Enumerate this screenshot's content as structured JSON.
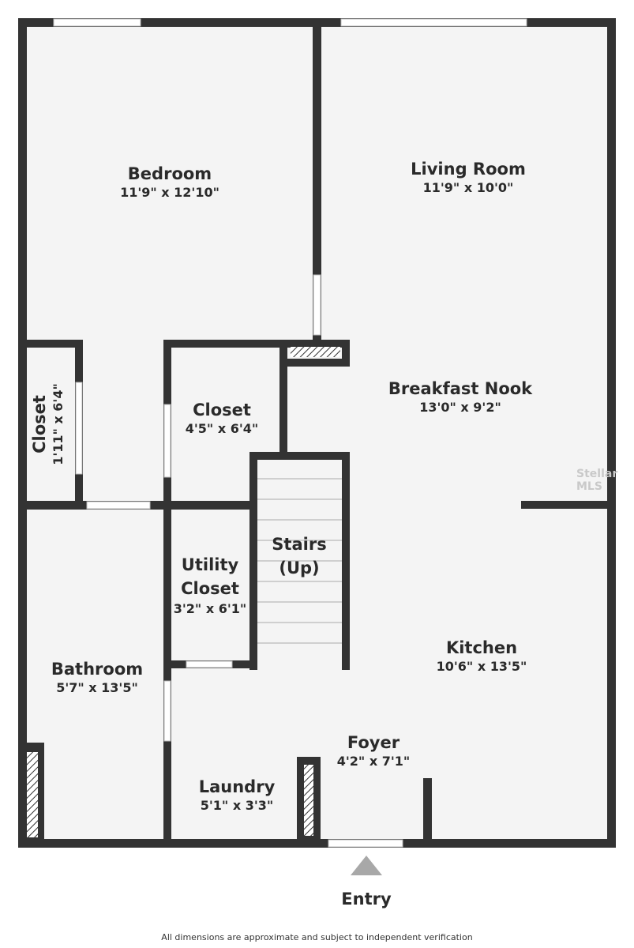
{
  "rooms": {
    "bedroom": {
      "name": "Bedroom",
      "dims": "11'9\" x 12'10\""
    },
    "living_room": {
      "name": "Living Room",
      "dims": "11'9\" x 10'0\""
    },
    "breakfast_nook": {
      "name": "Breakfast Nook",
      "dims": "13'0\" x 9'2\""
    },
    "closet_left": {
      "name": "Closet",
      "dims": "1'11\" x 6'4\""
    },
    "closet_center": {
      "name": "Closet",
      "dims": "4'5\" x 6'4\""
    },
    "stairs": {
      "line1": "Stairs",
      "line2": "(Up)"
    },
    "utility_closet": {
      "line1": "Utility",
      "line2": "Closet",
      "dims": "3'2\" x 6'1\""
    },
    "bathroom": {
      "name": "Bathroom",
      "dims": "5'7\" x 13'5\""
    },
    "kitchen": {
      "name": "Kitchen",
      "dims": "10'6\" x 13'5\""
    },
    "foyer": {
      "name": "Foyer",
      "dims": "4'2\" x 7'1\""
    },
    "laundry": {
      "name": "Laundry",
      "dims": "5'1\" x 3'3\""
    }
  },
  "entry": {
    "label": "Entry"
  },
  "watermark": "Stellar MLS",
  "disclaimer": "All dimensions are approximate and subject to independent verification",
  "colors": {
    "wall": "#333333",
    "floor": "#f4f4f4",
    "opening": "#ffffff",
    "arrow": "#a8a8a8"
  }
}
